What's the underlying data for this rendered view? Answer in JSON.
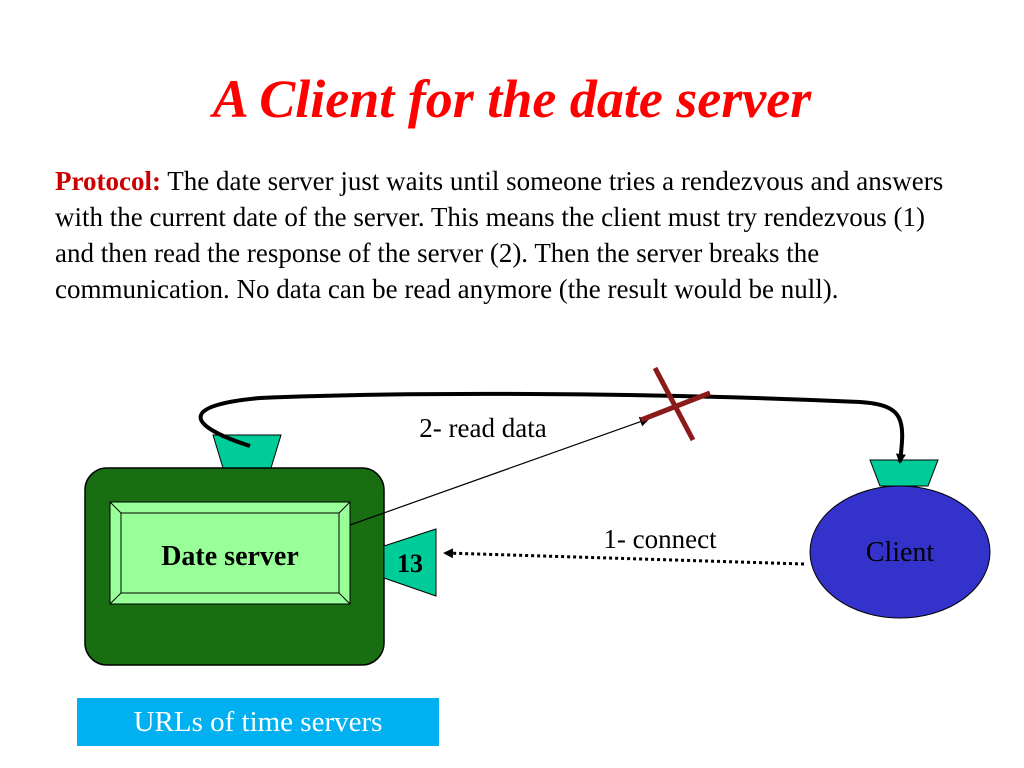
{
  "title": "A Client for the date server",
  "protocol": {
    "label": "Protocol:",
    "text": " The date server just waits until someone tries a rendezvous and answers with the current date of the server. This means the client must try rendezvous  (1) and then read the response of the server (2). Then the server breaks the communication. No data can be read anymore (the result would be null)."
  },
  "diagram": {
    "server_label": "Date server",
    "port_label": "13",
    "client_label": "Client",
    "read_label": "2- read data",
    "connect_label": "1- connect"
  },
  "urls_box": "URLs of time servers",
  "colors": {
    "title": "#ff0000",
    "protocol_label": "#cc0000",
    "server_body": "#1a6e12",
    "server_panel": "#99ff99",
    "port": "#00cc99",
    "client": "#3333cc",
    "break_mark": "#8b1a1a",
    "urls_box": "#00b0f0"
  }
}
